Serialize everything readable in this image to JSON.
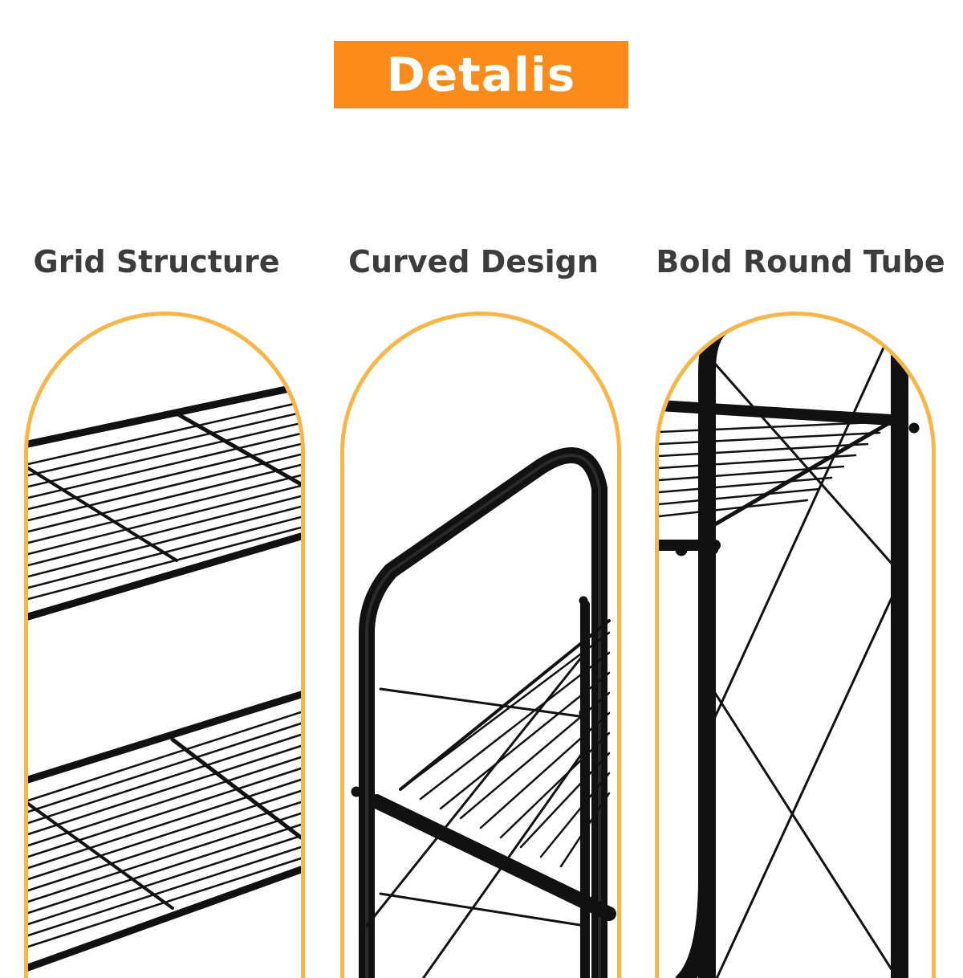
{
  "header": {
    "title": "Detalis"
  },
  "features": [
    {
      "label": "Grid Structure"
    },
    {
      "label": "Curved Design"
    },
    {
      "label": "Bold Round Tube"
    }
  ],
  "colors": {
    "accent": "#fb8c1c",
    "panel_border": "#f7b648",
    "label_text": "#3c3c3c",
    "metal": "#111111"
  }
}
